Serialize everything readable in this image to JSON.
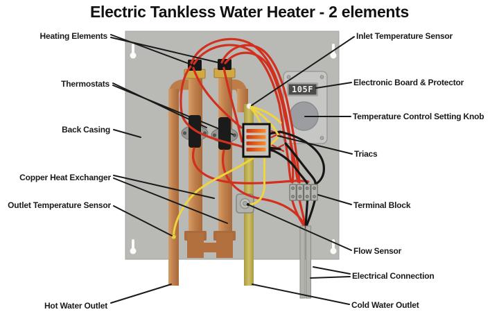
{
  "title": "Electric Tankless Water Heater - 2 elements",
  "display": {
    "value": "105F"
  },
  "labels": {
    "heating_elements": "Heating Elements",
    "thermostats": "Thermostats",
    "back_casing": "Back Casing",
    "copper_heat_exchanger": "Copper Heat Exchanger",
    "outlet_temperature_sensor": "Outlet Temperature Sensor",
    "hot_water_outlet": "Hot Water Outlet",
    "inlet_temperature_sensor": "Inlet Temperature Sensor",
    "electronic_board_protector": "Electronic Board & Protector",
    "temperature_control_setting_knob": "Temperature Control Setting Knob",
    "triacs": "Triacs",
    "terminal_block": "Terminal Block",
    "flow_sensor": "Flow Sensor",
    "electrical_connection": "Electrical Connection",
    "cold_water_outlet": "Cold Water Outlet"
  },
  "colors": {
    "panel": "#b9b9b5",
    "copper": "#c0804c",
    "copper_dark": "#ad6c3e",
    "brass": "#d2a844",
    "cold_pipe": "#bfae52",
    "wire_red": "#d2301e",
    "wire_yellow": "#eed43e",
    "wire_black": "#161616",
    "board": "#c6c7c5",
    "knob": "#9c9da0",
    "display_bg": "#4b4b4b",
    "display_text": "#ededea",
    "triac_orange": "#ff8c28",
    "label_text": "#1a1a1a"
  }
}
